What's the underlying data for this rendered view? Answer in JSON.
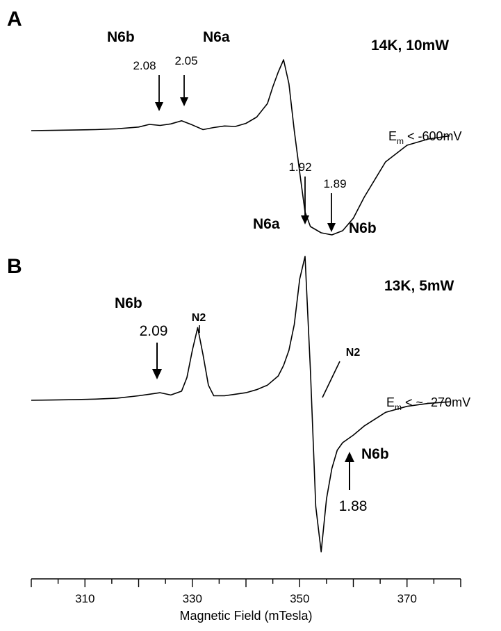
{
  "chart_data": {
    "type": "line",
    "xlabel": "Magnetic Field (mTesla)",
    "xlim": [
      300,
      380
    ],
    "xticks": [
      310,
      330,
      350,
      370
    ],
    "panels": [
      {
        "letter": "A",
        "condition": "14K, 10mW",
        "em_prefix": "E",
        "em_sub": "m",
        "em_value": " < -600mV",
        "series": {
          "x": [
            300,
            304,
            308,
            312,
            316,
            320,
            322,
            324,
            326,
            328,
            330,
            332,
            334,
            336,
            338,
            340,
            342,
            344,
            345,
            346,
            347,
            348,
            349,
            350,
            351,
            352,
            354,
            356,
            358,
            360,
            362,
            366,
            370,
            374,
            378
          ],
          "y": [
            0.0,
            0.003,
            0.006,
            0.01,
            0.018,
            0.035,
            0.06,
            0.05,
            0.065,
            0.095,
            0.055,
            0.01,
            0.03,
            0.045,
            0.04,
            0.07,
            0.13,
            0.26,
            0.42,
            0.56,
            0.68,
            0.45,
            0.0,
            -0.4,
            -0.78,
            -0.92,
            -0.98,
            -1.0,
            -0.96,
            -0.84,
            -0.64,
            -0.3,
            -0.14,
            -0.08,
            -0.05
          ]
        },
        "annotations": [
          {
            "id": "n6b-low",
            "g": "2.08",
            "label": "N6b",
            "x": 323.5
          },
          {
            "id": "n6a-low",
            "g": "2.05",
            "label": "N6a",
            "x": 328.5
          },
          {
            "id": "n6a-high",
            "g": "1.92",
            "label": "N6a",
            "x": 351.5
          },
          {
            "id": "n6b-high",
            "g": "1.89",
            "label": "N6b",
            "x": 356
          }
        ]
      },
      {
        "letter": "B",
        "condition": "13K, 5mW",
        "em_prefix": "E",
        "em_sub": "m",
        "em_value": " < ~ -270mV",
        "series": {
          "x": [
            300,
            304,
            308,
            312,
            316,
            320,
            322,
            324,
            326,
            328,
            329,
            330,
            331,
            332,
            333,
            334,
            336,
            338,
            340,
            342,
            344,
            346,
            347,
            348,
            349,
            350,
            351,
            352,
            353,
            354,
            355,
            356,
            357,
            358,
            360,
            362,
            366,
            370,
            374,
            378
          ],
          "y": [
            0.0,
            0.002,
            0.004,
            0.008,
            0.014,
            0.03,
            0.04,
            0.05,
            0.035,
            0.06,
            0.15,
            0.33,
            0.48,
            0.3,
            0.1,
            0.03,
            0.03,
            0.04,
            0.05,
            0.07,
            0.1,
            0.16,
            0.23,
            0.33,
            0.5,
            0.8,
            0.95,
            0.2,
            -0.7,
            -1.0,
            -0.65,
            -0.45,
            -0.33,
            -0.28,
            -0.23,
            -0.17,
            -0.08,
            -0.04,
            -0.02,
            -0.01
          ]
        },
        "annotations": [
          {
            "id": "n6b-low",
            "g": "2.09",
            "label": "N6b",
            "x": 323.5
          },
          {
            "id": "n2-low",
            "g": "",
            "label": "N2",
            "x": 331
          },
          {
            "id": "n2-high",
            "g": "",
            "label": "N2",
            "x": 355
          },
          {
            "id": "n6b-high",
            "g": "1.88",
            "label": "N6b",
            "x": 359.5
          }
        ]
      }
    ]
  }
}
